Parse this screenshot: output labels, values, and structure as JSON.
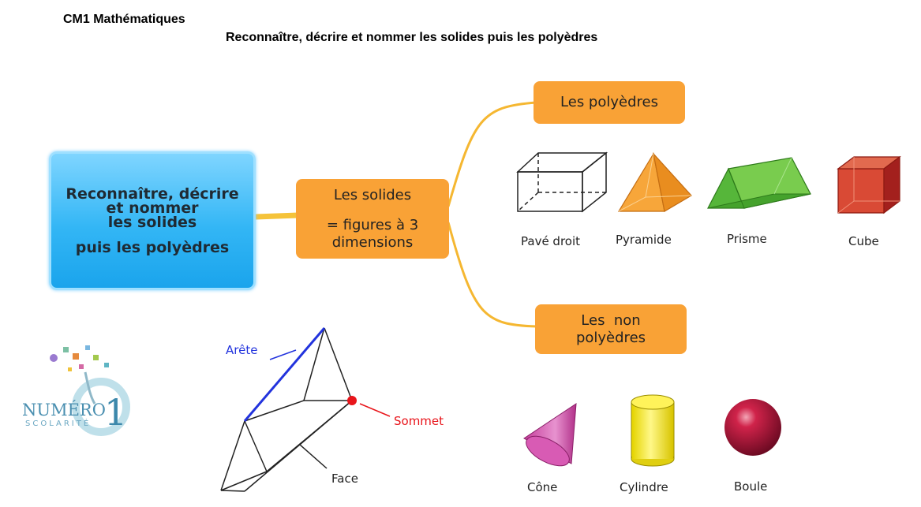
{
  "header": {
    "subject": "CM1 Mathématiques",
    "title": "Reconnaître, décrire et nommer les solides puis les polyèdres"
  },
  "main_node": {
    "line1": "Reconnaître, décrire",
    "line2": "et nommer",
    "line3": "les solides",
    "line4": "puis les polyèdres"
  },
  "solides_node": {
    "line1": "Les solides",
    "line2": "= figures à 3",
    "line3": "dimensions"
  },
  "polyedres_node": {
    "label": "Les polyèdres"
  },
  "non_polyedres_node": {
    "line1": "Les  non",
    "line2": "polyèdres"
  },
  "polyhedra": [
    {
      "label": "Pavé droit",
      "icon": "cuboid-icon"
    },
    {
      "label": "Pyramide",
      "icon": "pyramid-icon"
    },
    {
      "label": "Prisme",
      "icon": "prism-icon"
    },
    {
      "label": "Cube",
      "icon": "cube-icon"
    }
  ],
  "non_polyhedra": [
    {
      "label": "Cône",
      "icon": "cone-icon"
    },
    {
      "label": "Cylindre",
      "icon": "cylinder-icon"
    },
    {
      "label": "Boule",
      "icon": "sphere-icon"
    }
  ],
  "prism_diagram": {
    "edge_label": "Arête",
    "vertex_label": "Sommet",
    "face_label": "Face"
  },
  "logo": {
    "word1": "NUMÉRO",
    "word2": "SCOLARITÉ",
    "digit": "1"
  },
  "colors": {
    "main_node": "#33b6f5",
    "orange_node": "#f9a236",
    "connector": "#f5b731",
    "edge": "#2233dd",
    "vertex": "#e8151b",
    "logo": "#4a8fb0"
  }
}
